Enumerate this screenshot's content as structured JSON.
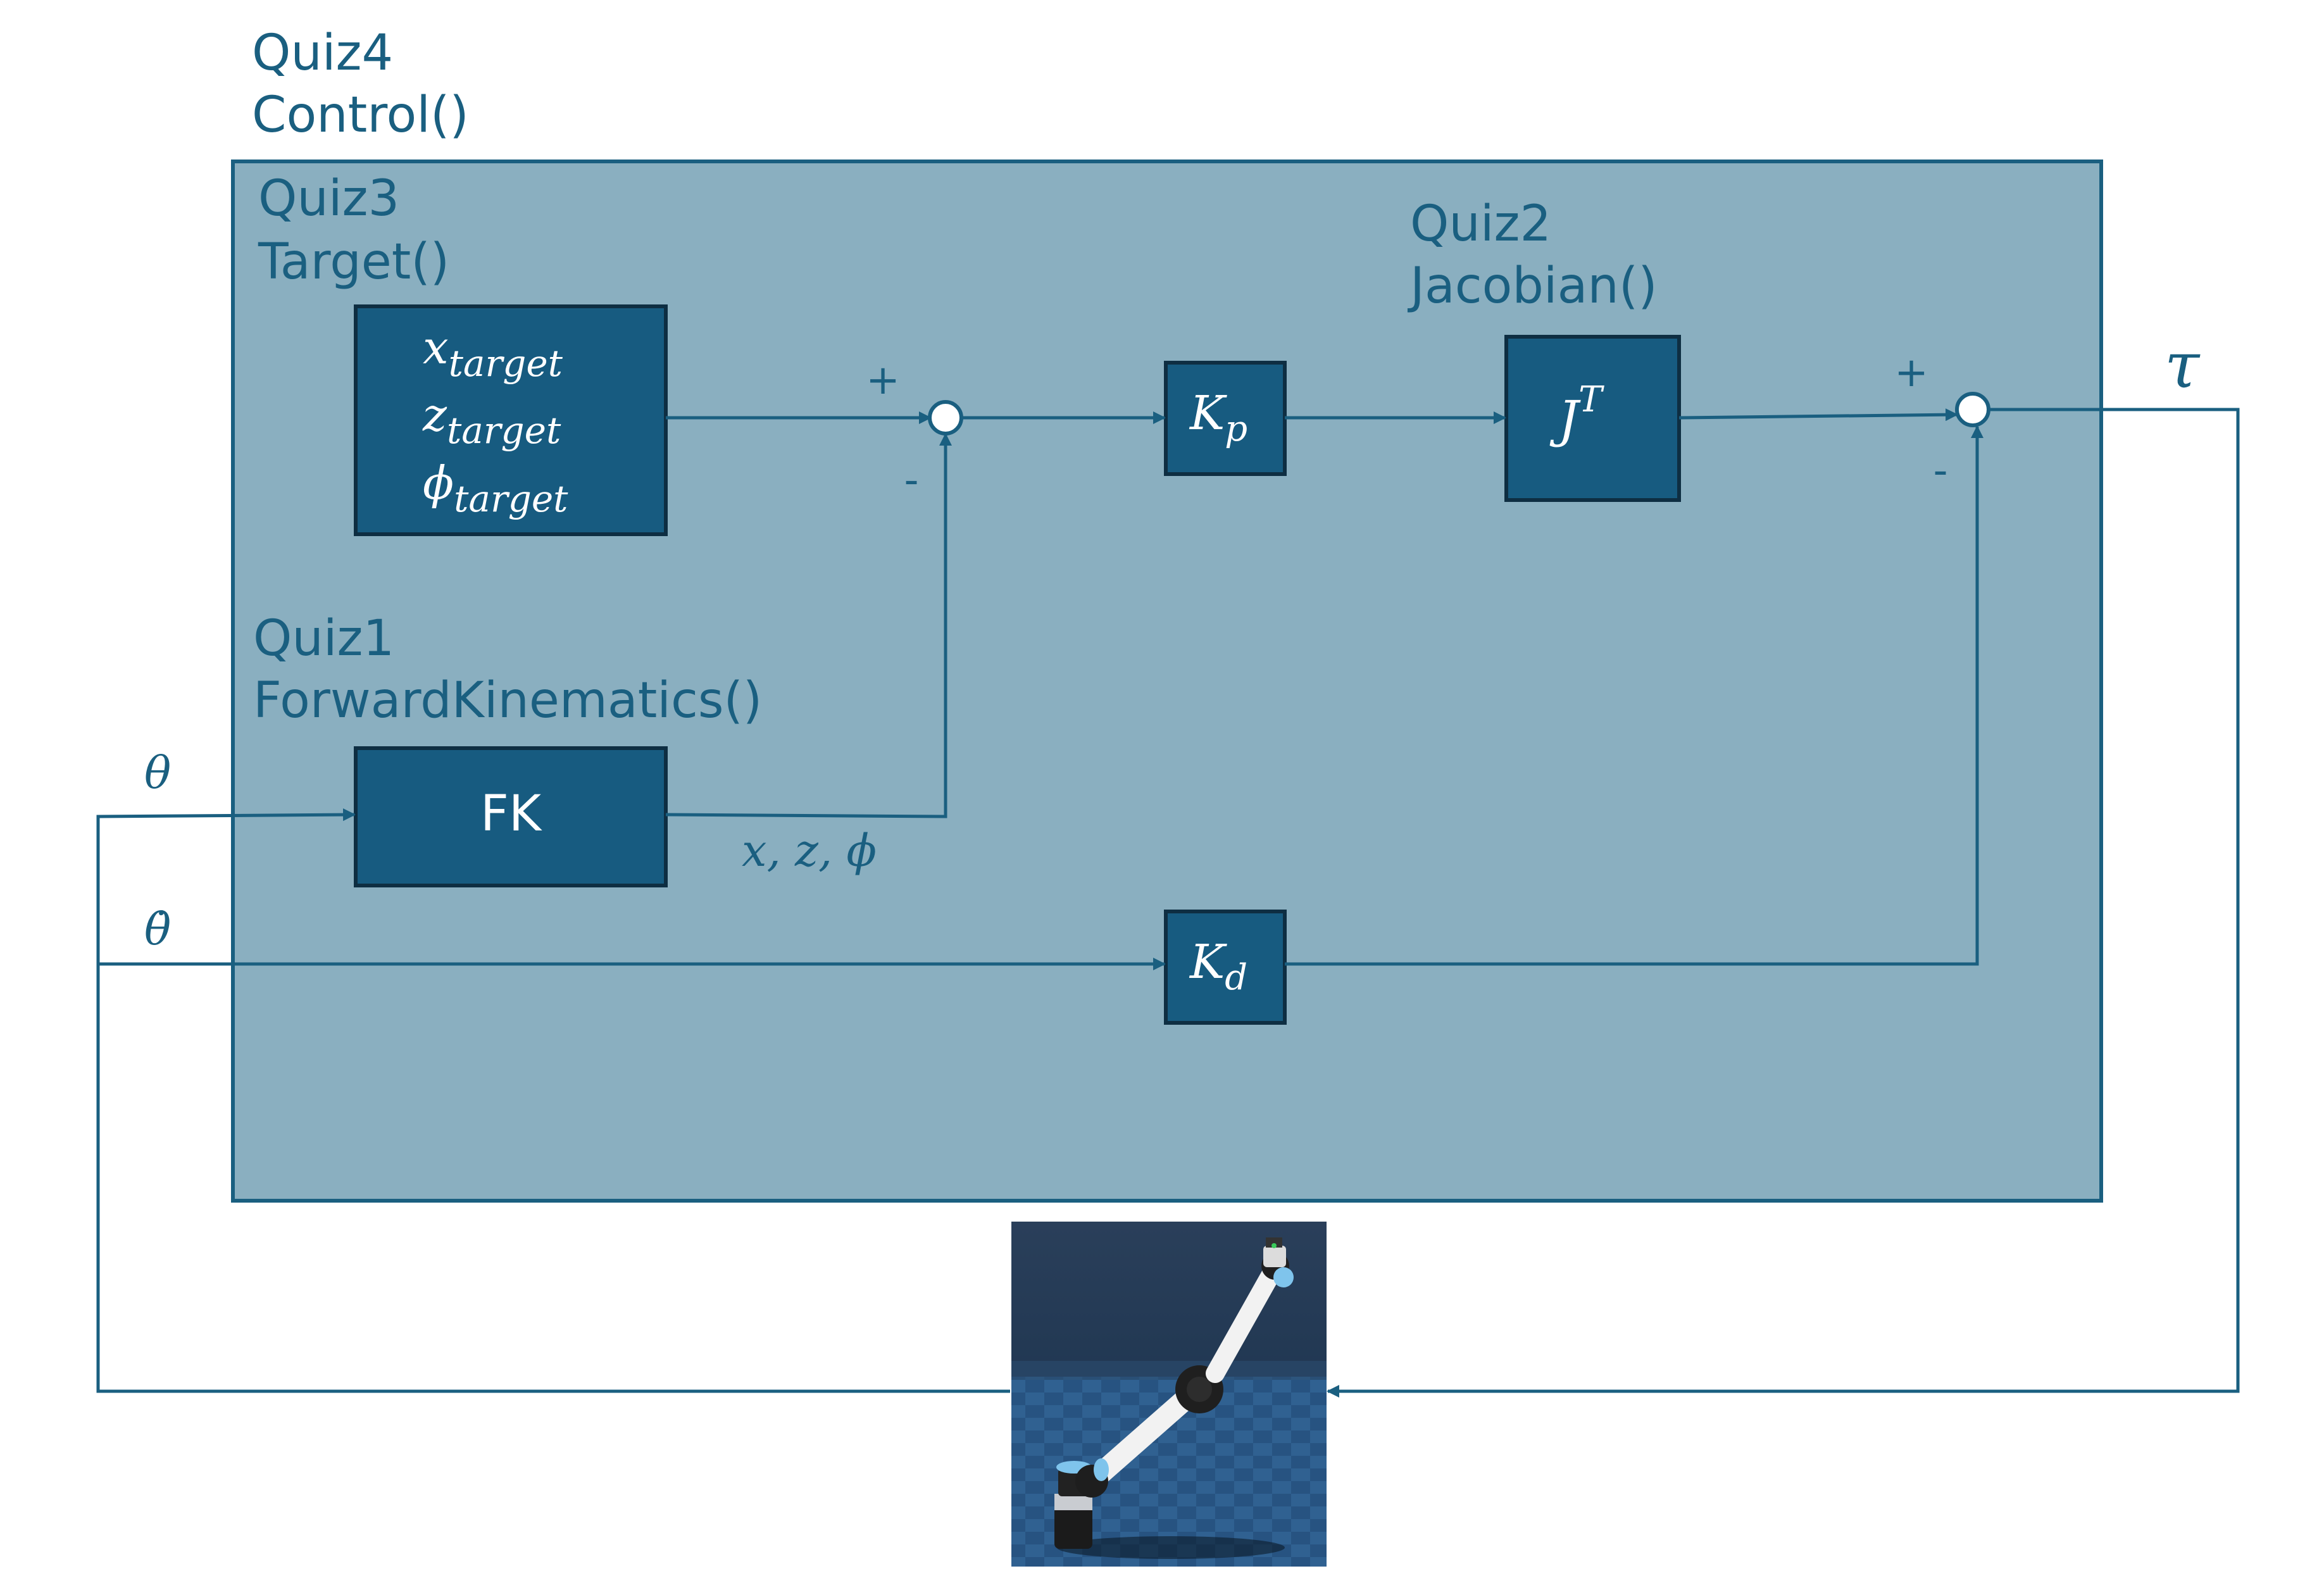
{
  "outer": {
    "quiz": "Quiz4",
    "func": "Control()"
  },
  "target_group": {
    "quiz": "Quiz3",
    "func": "Target()",
    "lines": [
      {
        "sym": "x",
        "sub": "target"
      },
      {
        "sym": "z",
        "sub": "target"
      },
      {
        "sym": "ϕ",
        "sub": "target"
      }
    ]
  },
  "fk_group": {
    "quiz": "Quiz1",
    "func": "ForwardKinematics()",
    "block": "FK"
  },
  "jacobian_group": {
    "quiz": "Quiz2",
    "func": "Jacobian()",
    "block_sym": "J",
    "block_sup": "T"
  },
  "gains": {
    "kp_sym": "K",
    "kp_sub": "p",
    "kd_sym": "K",
    "kd_sub": "d"
  },
  "summing1": {
    "plus": "+",
    "minus": "-"
  },
  "summing2": {
    "plus": "+",
    "minus": "-"
  },
  "signals": {
    "theta": "θ",
    "theta_dot": "θ̇",
    "fk_output": "x, z, ϕ",
    "tau": "τ"
  },
  "colors": {
    "panel": "#8aafc0",
    "panel_border": "#1a5f80",
    "block": "#175b80",
    "wire": "#1a5f80",
    "text": "#1a5f80"
  },
  "robot": {
    "icon": "robot-arm-icon"
  }
}
